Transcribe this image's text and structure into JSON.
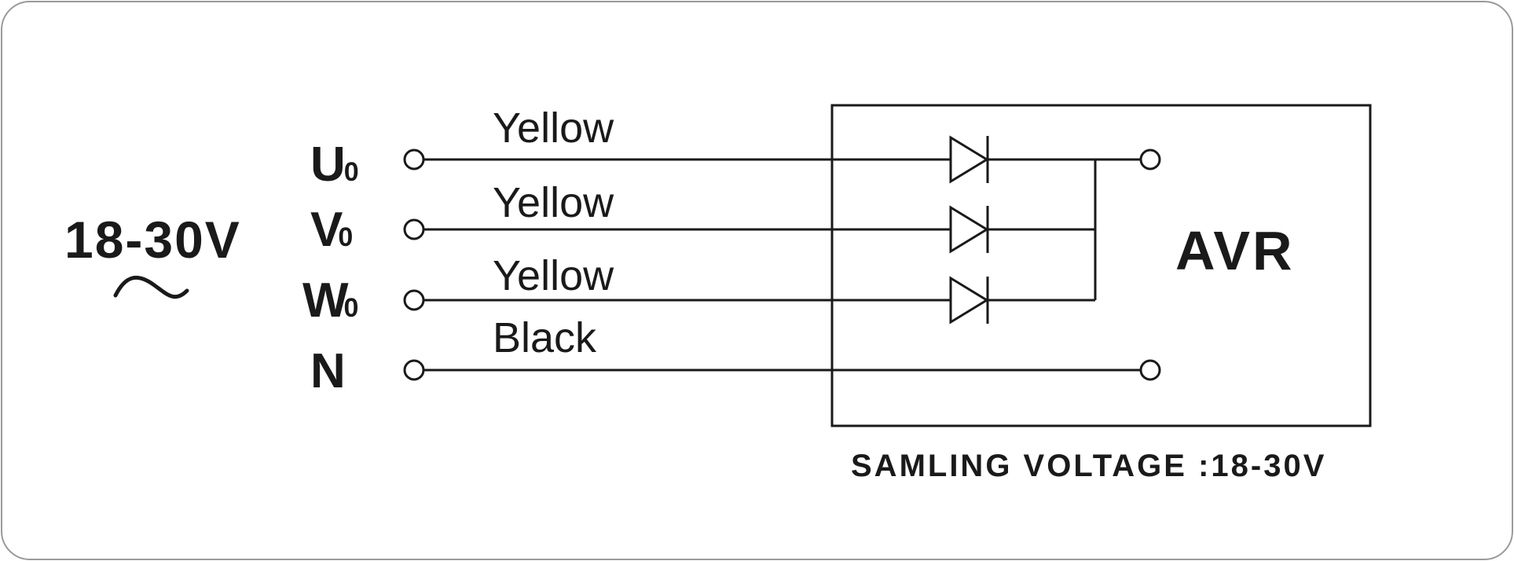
{
  "input": {
    "voltage_label": "18-30V",
    "ac_symbol": "ac-tilde-icon"
  },
  "terminals": [
    {
      "name": "U",
      "subscript": "0",
      "wire_color": "Yellow"
    },
    {
      "name": "V",
      "subscript": "0",
      "wire_color": "Yellow"
    },
    {
      "name": "W",
      "subscript": "0",
      "wire_color": "Yellow"
    },
    {
      "name": "N",
      "subscript": "",
      "wire_color": "Black"
    }
  ],
  "avr": {
    "label": "AVR"
  },
  "caption": "SAMLING VOLTAGE :18-30V"
}
